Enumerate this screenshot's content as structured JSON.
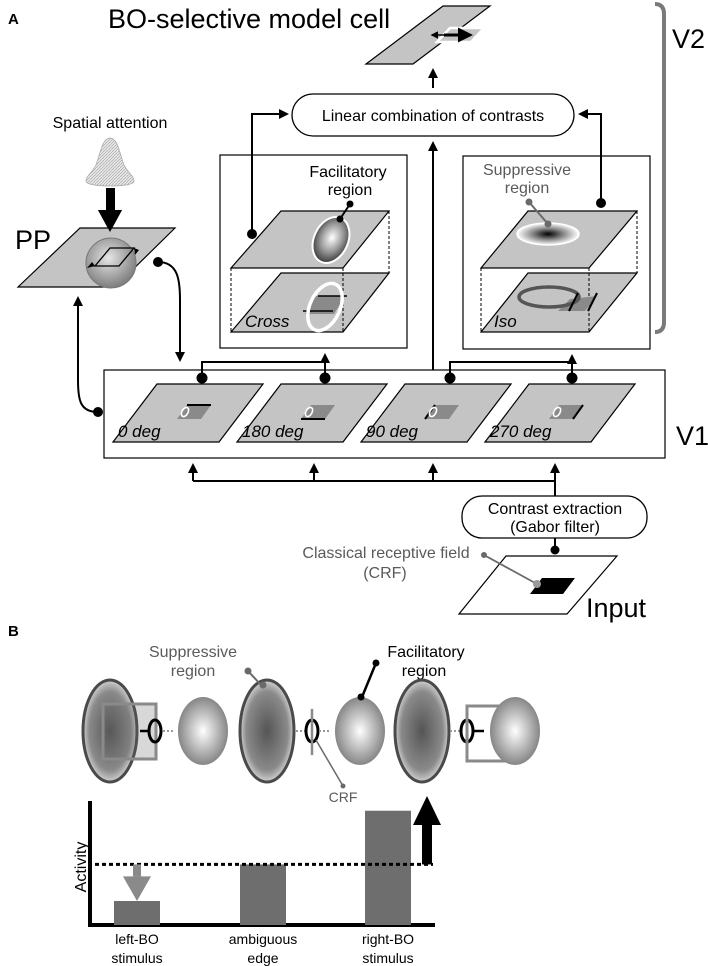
{
  "panels": {
    "a": {
      "letter": "A",
      "title": "BO-selective model cell",
      "v2_label": "V2",
      "v1_label": "V1",
      "pp_label": "PP",
      "attention_label": "Spatial attention",
      "linear_combination_label": "Linear combination of contrasts",
      "facilitatory_label_line1": "Facilitatory",
      "facilitatory_label_line2": "region",
      "suppressive_label_line1": "Suppressive",
      "suppressive_label_line2": "region",
      "cross_label": "Cross",
      "iso_label": "Iso",
      "orientation_maps": [
        {
          "label": "0 deg"
        },
        {
          "label": "180 deg"
        },
        {
          "label": "90 deg"
        },
        {
          "label": "270 deg"
        }
      ],
      "contrast_extraction_line1": "Contrast extraction",
      "contrast_extraction_line2": "(Gabor filter)",
      "crf_label_line1": "Classical receptive field",
      "crf_label_line2": "(CRF)",
      "input_label": "Input"
    },
    "b": {
      "letter": "B",
      "suppressive_label_line1": "Suppressive",
      "suppressive_label_line2": "region",
      "facilitatory_label_line1": "Facilitatory",
      "facilitatory_label_line2": "region",
      "crf_label": "CRF"
    }
  },
  "colors": {
    "plane_gray": "#c4c4c4",
    "bar_gray": "#6e6e6e",
    "label_gray": "#5a5a5a",
    "bracket_gray": "#7a7a7a",
    "down_arrow_gray": "#8a8a8a",
    "ink": "#000000"
  },
  "chart_data": {
    "type": "bar",
    "title": "",
    "xlabel": "",
    "ylabel": "Activity",
    "categories": [
      [
        "left-BO",
        "stimulus"
      ],
      [
        "ambiguous",
        "edge"
      ],
      [
        "right-BO",
        "stimulus"
      ]
    ],
    "values": [
      0.21,
      0.53,
      1.0
    ],
    "baseline_reference": 0.53,
    "baseline_style": "dotted",
    "ylim": [
      0,
      1.05
    ],
    "grid": false,
    "annotations": [
      {
        "type": "down-arrow",
        "category": 0,
        "color": "gray",
        "meaning": "suppression"
      },
      {
        "type": "up-arrow",
        "category": 2,
        "color": "black",
        "meaning": "facilitation"
      }
    ]
  }
}
